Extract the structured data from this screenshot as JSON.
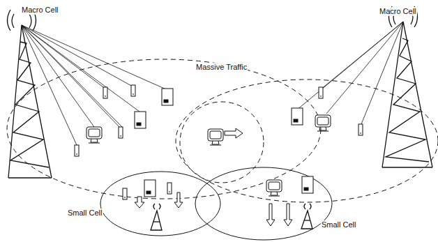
{
  "diagram": {
    "labels": [
      "Macro Cell",
      "Macro Cell",
      "Massive Traffic",
      "Small Cell",
      "Small Cell"
    ]
  }
}
